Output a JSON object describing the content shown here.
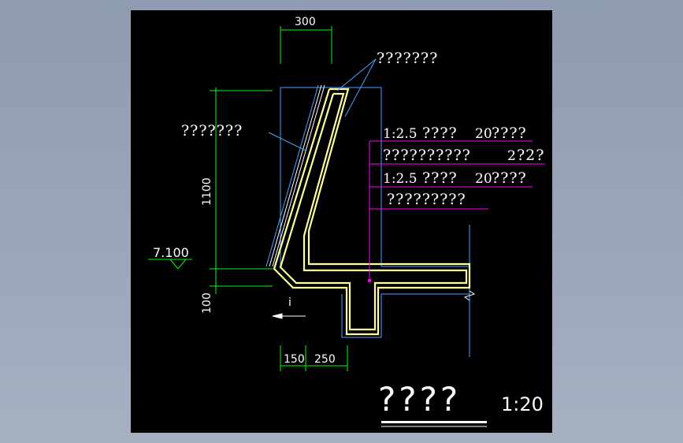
{
  "colors": {
    "background": "#000000",
    "outline": "#4aa3ff",
    "waterproof": "#ffff99",
    "dimension": "#00ff00",
    "leader": "#ff00ff",
    "text": "#ffffff"
  },
  "dimensions": {
    "width_top": "300",
    "height_main": "1100",
    "height_bottom": "100",
    "base_left": "150",
    "base_right": "250",
    "elevation": "7.100",
    "slope_mark": "i"
  },
  "labels": {
    "top_right": "???????",
    "left_side": "???????"
  },
  "layers": [
    {
      "prefix": "1:2.5",
      "main": "????",
      "value": "20",
      "suffix": "????"
    },
    {
      "prefix": "",
      "main": "??????????",
      "value": "2",
      "suffix": "?2?"
    },
    {
      "prefix": "1:2.5",
      "main": "????",
      "value": "20",
      "suffix": "????"
    },
    {
      "prefix": "",
      "main": "?????????",
      "value": "",
      "suffix": ""
    }
  ],
  "title": {
    "name": "????",
    "scale": "1:20"
  }
}
